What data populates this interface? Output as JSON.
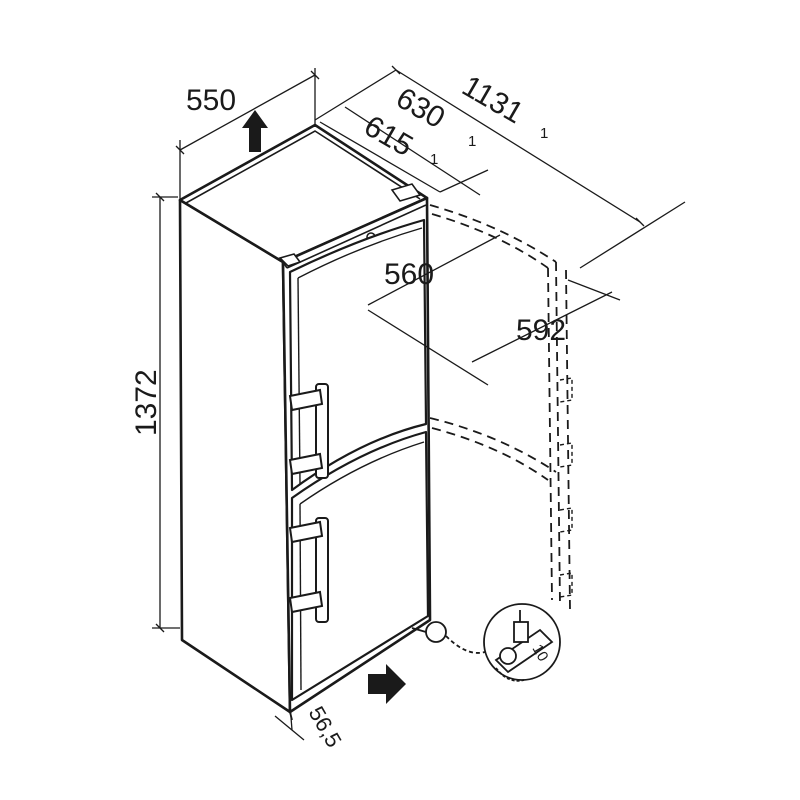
{
  "dimensions": {
    "width": "550",
    "depth_total_open": "1131",
    "depth_with_handles": "630",
    "depth_body": "615",
    "niche_depth": "560",
    "door_open_depth": "592",
    "height": "1372",
    "foot_offset": "56,5"
  },
  "footnote_marker": "1",
  "wrench_size": "10",
  "colors": {
    "line": "#1a1a1a",
    "background": "#ffffff"
  },
  "icons": [
    "arrow-up-icon",
    "arrow-right-icon",
    "wrench-icon",
    "adjustable-foot-icon"
  ]
}
